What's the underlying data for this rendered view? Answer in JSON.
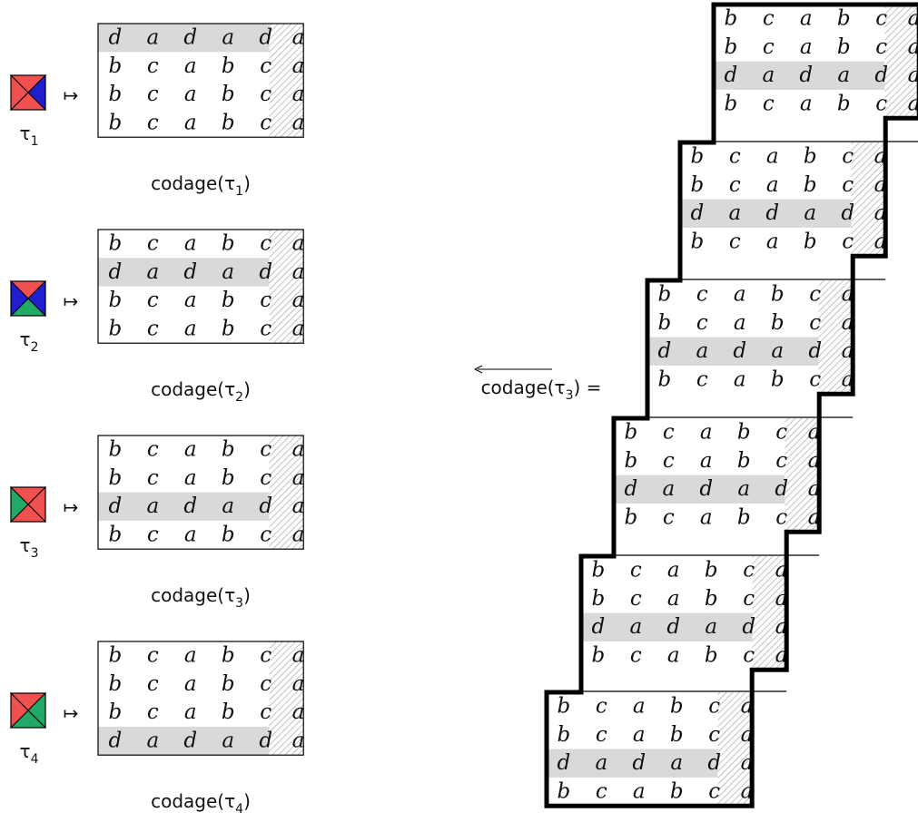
{
  "colors": {
    "red": "#f0504f",
    "blue": "#1f1fd0",
    "green": "#22a867",
    "row_highlight": "#d9d9d9",
    "border": "#000000"
  },
  "tiles": [
    {
      "symbol": "τ",
      "index": "1",
      "caption_prefix": "codage(",
      "caption_symbol": "τ",
      "caption_index": "1",
      "caption_suffix": ")",
      "triangles": {
        "top": "red",
        "right": "blue",
        "bottom": "red",
        "left": "red"
      },
      "d_row": 0
    },
    {
      "symbol": "τ",
      "index": "2",
      "caption_prefix": "codage(",
      "caption_symbol": "τ",
      "caption_index": "2",
      "caption_suffix": ")",
      "triangles": {
        "top": "red",
        "right": "blue",
        "bottom": "green",
        "left": "blue"
      },
      "d_row": 1
    },
    {
      "symbol": "τ",
      "index": "3",
      "caption_prefix": "codage(",
      "caption_symbol": "τ",
      "caption_index": "3",
      "caption_suffix": ")",
      "triangles": {
        "top": "red",
        "right": "red",
        "bottom": "red",
        "left": "green"
      },
      "d_row": 2
    },
    {
      "symbol": "τ",
      "index": "4",
      "caption_prefix": "codage(",
      "caption_symbol": "τ",
      "caption_index": "4",
      "caption_suffix": ")",
      "triangles": {
        "top": "red",
        "right": "green",
        "bottom": "green",
        "left": "red"
      },
      "d_row": 3
    }
  ],
  "arrow_symbol": "↦",
  "rows": {
    "bc": [
      "b",
      "c",
      "a",
      "b",
      "c",
      "a"
    ],
    "d": [
      "d",
      "a",
      "d",
      "a",
      "d",
      "a"
    ]
  },
  "staircase": {
    "label_prefix": "codage(",
    "label_symbol": "τ",
    "label_index": "3",
    "label_suffix": ") =",
    "blocks": 6,
    "d_row": 2
  }
}
